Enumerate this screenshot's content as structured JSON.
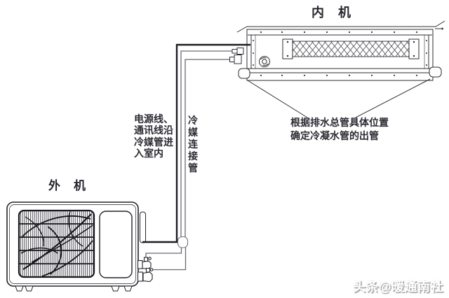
{
  "diagram": {
    "indoor_unit": {
      "label": "内　机"
    },
    "outdoor_unit": {
      "label": "外　机"
    },
    "power_line_note": {
      "lines": [
        "电源线、",
        "通讯线沿",
        "冷媒管进",
        "入室内"
      ]
    },
    "refrigerant_pipe_label": "冷媒连接管",
    "drain_note": {
      "line1": "根据排水总管具体位置",
      "line2": "确定冷凝水管的出管"
    }
  },
  "watermark": {
    "text": "头条@暖通南社"
  },
  "colors": {
    "background": "#ffffff",
    "line_art": "#2f2f36",
    "text": "#2b2b33",
    "pipe_thick": "#1c1c22",
    "pipe_thin": "#6a6a72",
    "watermark_fill": "#ffffff",
    "watermark_shadow": "#9a9a9a"
  }
}
